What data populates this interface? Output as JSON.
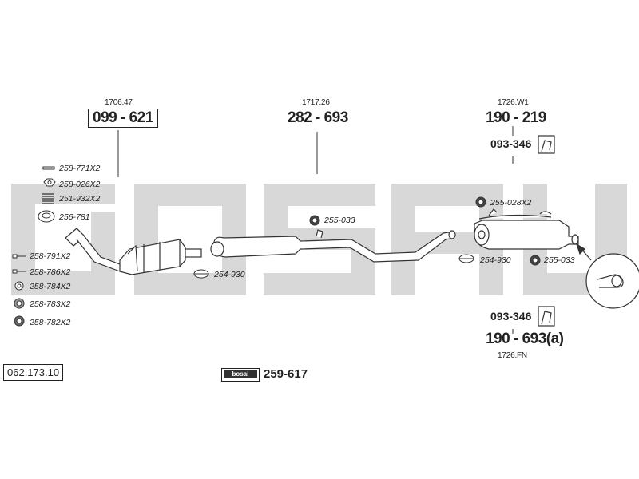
{
  "catalog_number": "062.173.10",
  "brand_logo": "bosal",
  "assembly_kit": "259-617",
  "front": {
    "ref": "1706.47",
    "part": "099 - 621"
  },
  "middle": {
    "ref": "1717.26",
    "part": "282 - 693"
  },
  "rear_top": {
    "ref": "1726.W1",
    "part": "190 - 219",
    "bracket": "093-346"
  },
  "rear_bottom": {
    "bracket": "093-346",
    "part": "190 - 693(a)",
    "ref": "1726.FN"
  },
  "left_parts": [
    "258-771X2",
    "258-026X2",
    "251-932X2",
    "256-781",
    "258-791X2",
    "258-786X2",
    "258-784X2",
    "258-783X2",
    "258-782X2"
  ],
  "clamps": {
    "front_clamp": "254-930",
    "mid_hanger": "255-033",
    "rear_hanger_top": "255-028X2",
    "rear_clamp": "254-930",
    "rear_hanger": "255-033"
  },
  "colors": {
    "watermark": "#d4d4d4",
    "line": "#333333"
  }
}
